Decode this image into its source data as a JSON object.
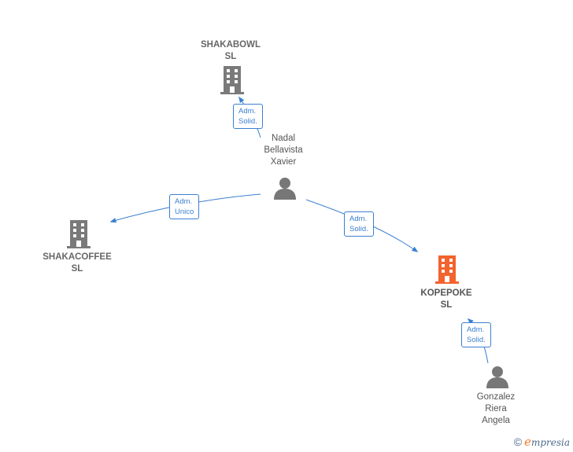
{
  "nodes": {
    "shakabowl": {
      "line1": "SHAKABOWL",
      "line2": "SL"
    },
    "shakacoffee": {
      "line1": "SHAKACOFFEE",
      "line2": "SL"
    },
    "kopepoke": {
      "line1": "KOPEPOKE",
      "line2": "SL"
    },
    "nadal": {
      "line1": "Nadal",
      "line2": "Bellavista",
      "line3": "Xavier"
    },
    "gonzalez": {
      "line1": "Gonzalez",
      "line2": "Riera",
      "line3": "Angela"
    }
  },
  "edges": {
    "nadal_shakabowl": {
      "line1": "Adm.",
      "line2": "Solid."
    },
    "nadal_shakacoffee": {
      "line1": "Adm.",
      "line2": "Unico"
    },
    "nadal_kopepoke": {
      "line1": "Adm.",
      "line2": "Solid."
    },
    "gonzalez_kopepoke": {
      "line1": "Adm.",
      "line2": "Solid."
    }
  },
  "colors": {
    "edge": "#3b7fd0",
    "company_icon": "#7a7a7a",
    "main_company_icon": "#f4622d",
    "person_icon": "#777777"
  },
  "footer": {
    "copyright": "©",
    "brand_e": "e",
    "brand_rest": "mpresia"
  }
}
